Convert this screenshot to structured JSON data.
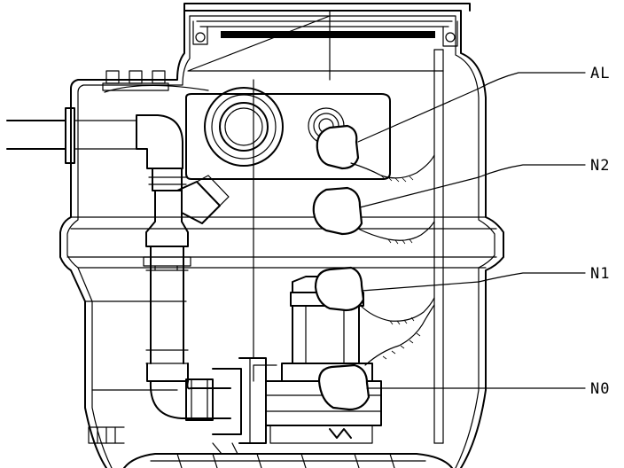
{
  "labels": {
    "al": "AL",
    "n2": "N2",
    "n1": "N1",
    "n0": "N0"
  }
}
